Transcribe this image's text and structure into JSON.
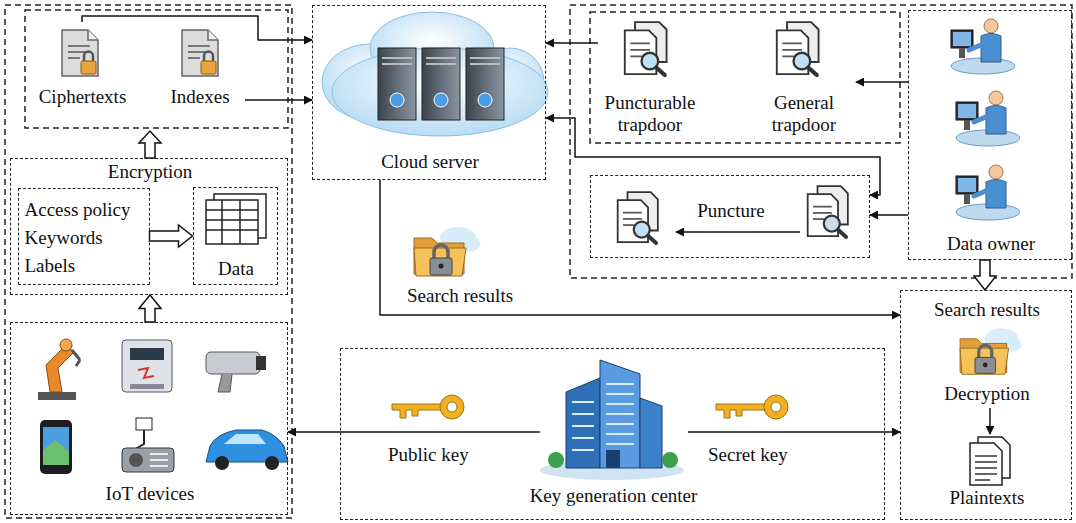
{
  "diagram": {
    "nodes": [
      {
        "text": [
          "Ciphertexts"
        ]
      },
      {
        "text": [
          "Indexes"
        ]
      },
      {
        "text": [
          "Encryption"
        ]
      },
      {
        "text": [
          "Access policy",
          "Keywords",
          "Labels"
        ],
        "in": 2
      },
      {
        "text": [
          "Data"
        ],
        "in": 2
      },
      {
        "text": [
          "IoT devices"
        ]
      },
      {
        "text": [
          "Cloud server"
        ]
      },
      {
        "text": [
          "Puncturable trapdoor"
        ]
      },
      {
        "text": [
          "General trapdoor"
        ]
      },
      {
        "text": [
          "Puncture"
        ]
      },
      {
        "text": [
          "Data owner"
        ]
      },
      {
        "text": [
          "Search results",
          "Decryption",
          "Plaintexts"
        ]
      },
      {
        "text": [
          "Key generation center"
        ]
      }
    ],
    "edges": [
      {
        "from": 0,
        "to": 6,
        "arrow": "to"
      },
      {
        "from": 1,
        "to": 6,
        "arrow": "to"
      },
      {
        "from": 7,
        "to": 6,
        "arrow": "to"
      },
      {
        "from": 10,
        "to": 8,
        "arrow": "to"
      },
      {
        "from": 10,
        "to": 9,
        "arrow": "to"
      },
      {
        "from": 6,
        "to": 9,
        "arrow": "both"
      },
      {
        "from": 6,
        "to": 11,
        "arrow": "to"
      },
      {
        "from": 10,
        "to": 11,
        "arrow": "to"
      },
      {
        "from": 3,
        "to": 4,
        "arrow": "to"
      },
      {
        "from": 5,
        "to": 2,
        "arrow": "to"
      },
      {
        "from": 12,
        "to": 5,
        "label": "Public key",
        "arrow": "to"
      },
      {
        "from": 12,
        "to": 11,
        "label": "Secret key",
        "arrow": "to"
      }
    ],
    "labels": [
      "Search results"
    ]
  }
}
